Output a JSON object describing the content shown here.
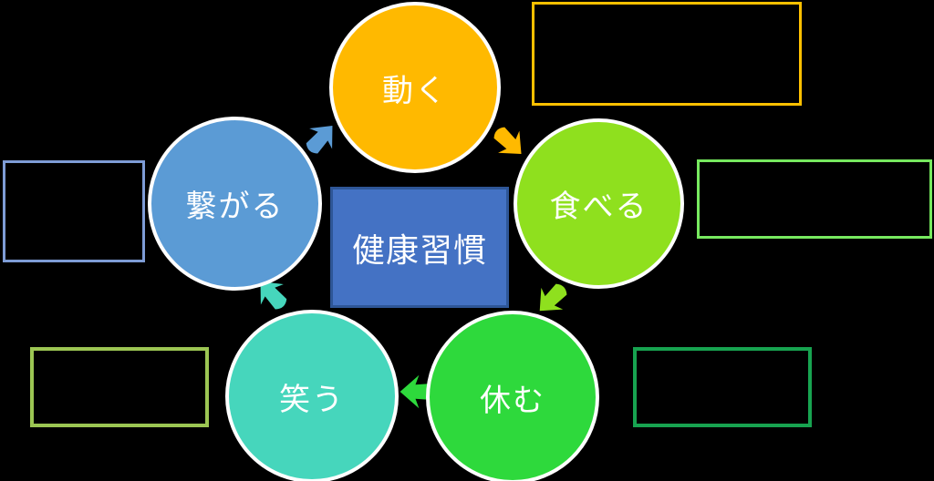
{
  "diagram": {
    "background": "#000000",
    "center": {
      "label": "健康習慣",
      "fill": "#4472C4",
      "border": "#2E5697",
      "text_color": "#FFFFFF"
    },
    "nodes": [
      {
        "id": "move",
        "label": "動く",
        "color": "#FFB900",
        "position": "top"
      },
      {
        "id": "eat",
        "label": "食べる",
        "color": "#8FE01E",
        "position": "right"
      },
      {
        "id": "rest",
        "label": "休む",
        "color": "#2ED93C",
        "position": "bottom-right"
      },
      {
        "id": "laugh",
        "label": "笑う",
        "color": "#46D6BC",
        "position": "bottom-left"
      },
      {
        "id": "connect",
        "label": "繋がる",
        "color": "#5B9BD5",
        "position": "left"
      }
    ],
    "notes": [
      {
        "id": "note-move",
        "border_color": "#FFC000",
        "content": ""
      },
      {
        "id": "note-eat",
        "border_color": "#77E95F",
        "content": ""
      },
      {
        "id": "note-rest",
        "border_color": "#17A350",
        "content": ""
      },
      {
        "id": "note-laugh",
        "border_color": "#9CC653",
        "content": ""
      },
      {
        "id": "note-connect",
        "border_color": "#7E9CD6",
        "content": ""
      }
    ],
    "arrows": [
      {
        "from": "connect",
        "to": "move",
        "color": "#5B9BD5",
        "direction": "up-right"
      },
      {
        "from": "move",
        "to": "eat",
        "color": "#FFB900",
        "direction": "down-right"
      },
      {
        "from": "eat",
        "to": "rest",
        "color": "#8FE01E",
        "direction": "down-left"
      },
      {
        "from": "rest",
        "to": "laugh",
        "color": "#2ED93C",
        "direction": "left"
      },
      {
        "from": "laugh",
        "to": "connect",
        "color": "#46D6BC",
        "direction": "up-left"
      }
    ]
  }
}
